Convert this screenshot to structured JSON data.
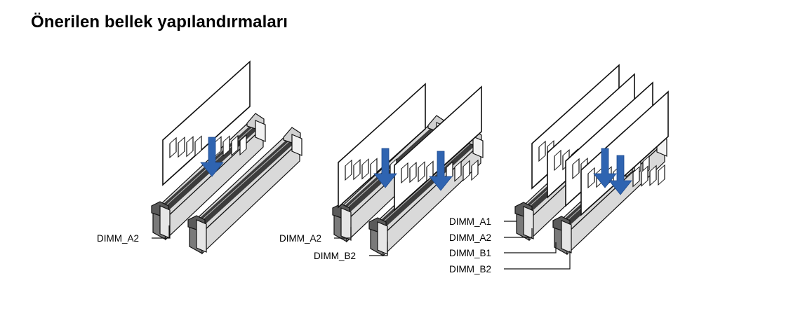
{
  "title": "Önerilen bellek yapılandırmaları",
  "colors": {
    "arrow": "#2f64b1",
    "slot_dark": "#7a7a7a",
    "slot_light": "#d9d9d9",
    "slot_channel": "#3c3c3c"
  },
  "configurations": [
    {
      "labels": [
        "DIMM_A2"
      ]
    },
    {
      "labels": [
        "DIMM_A2",
        "DIMM_B2"
      ]
    },
    {
      "labels": [
        "DIMM_A1",
        "DIMM_A2",
        "DIMM_B1",
        "DIMM_B2"
      ]
    }
  ]
}
